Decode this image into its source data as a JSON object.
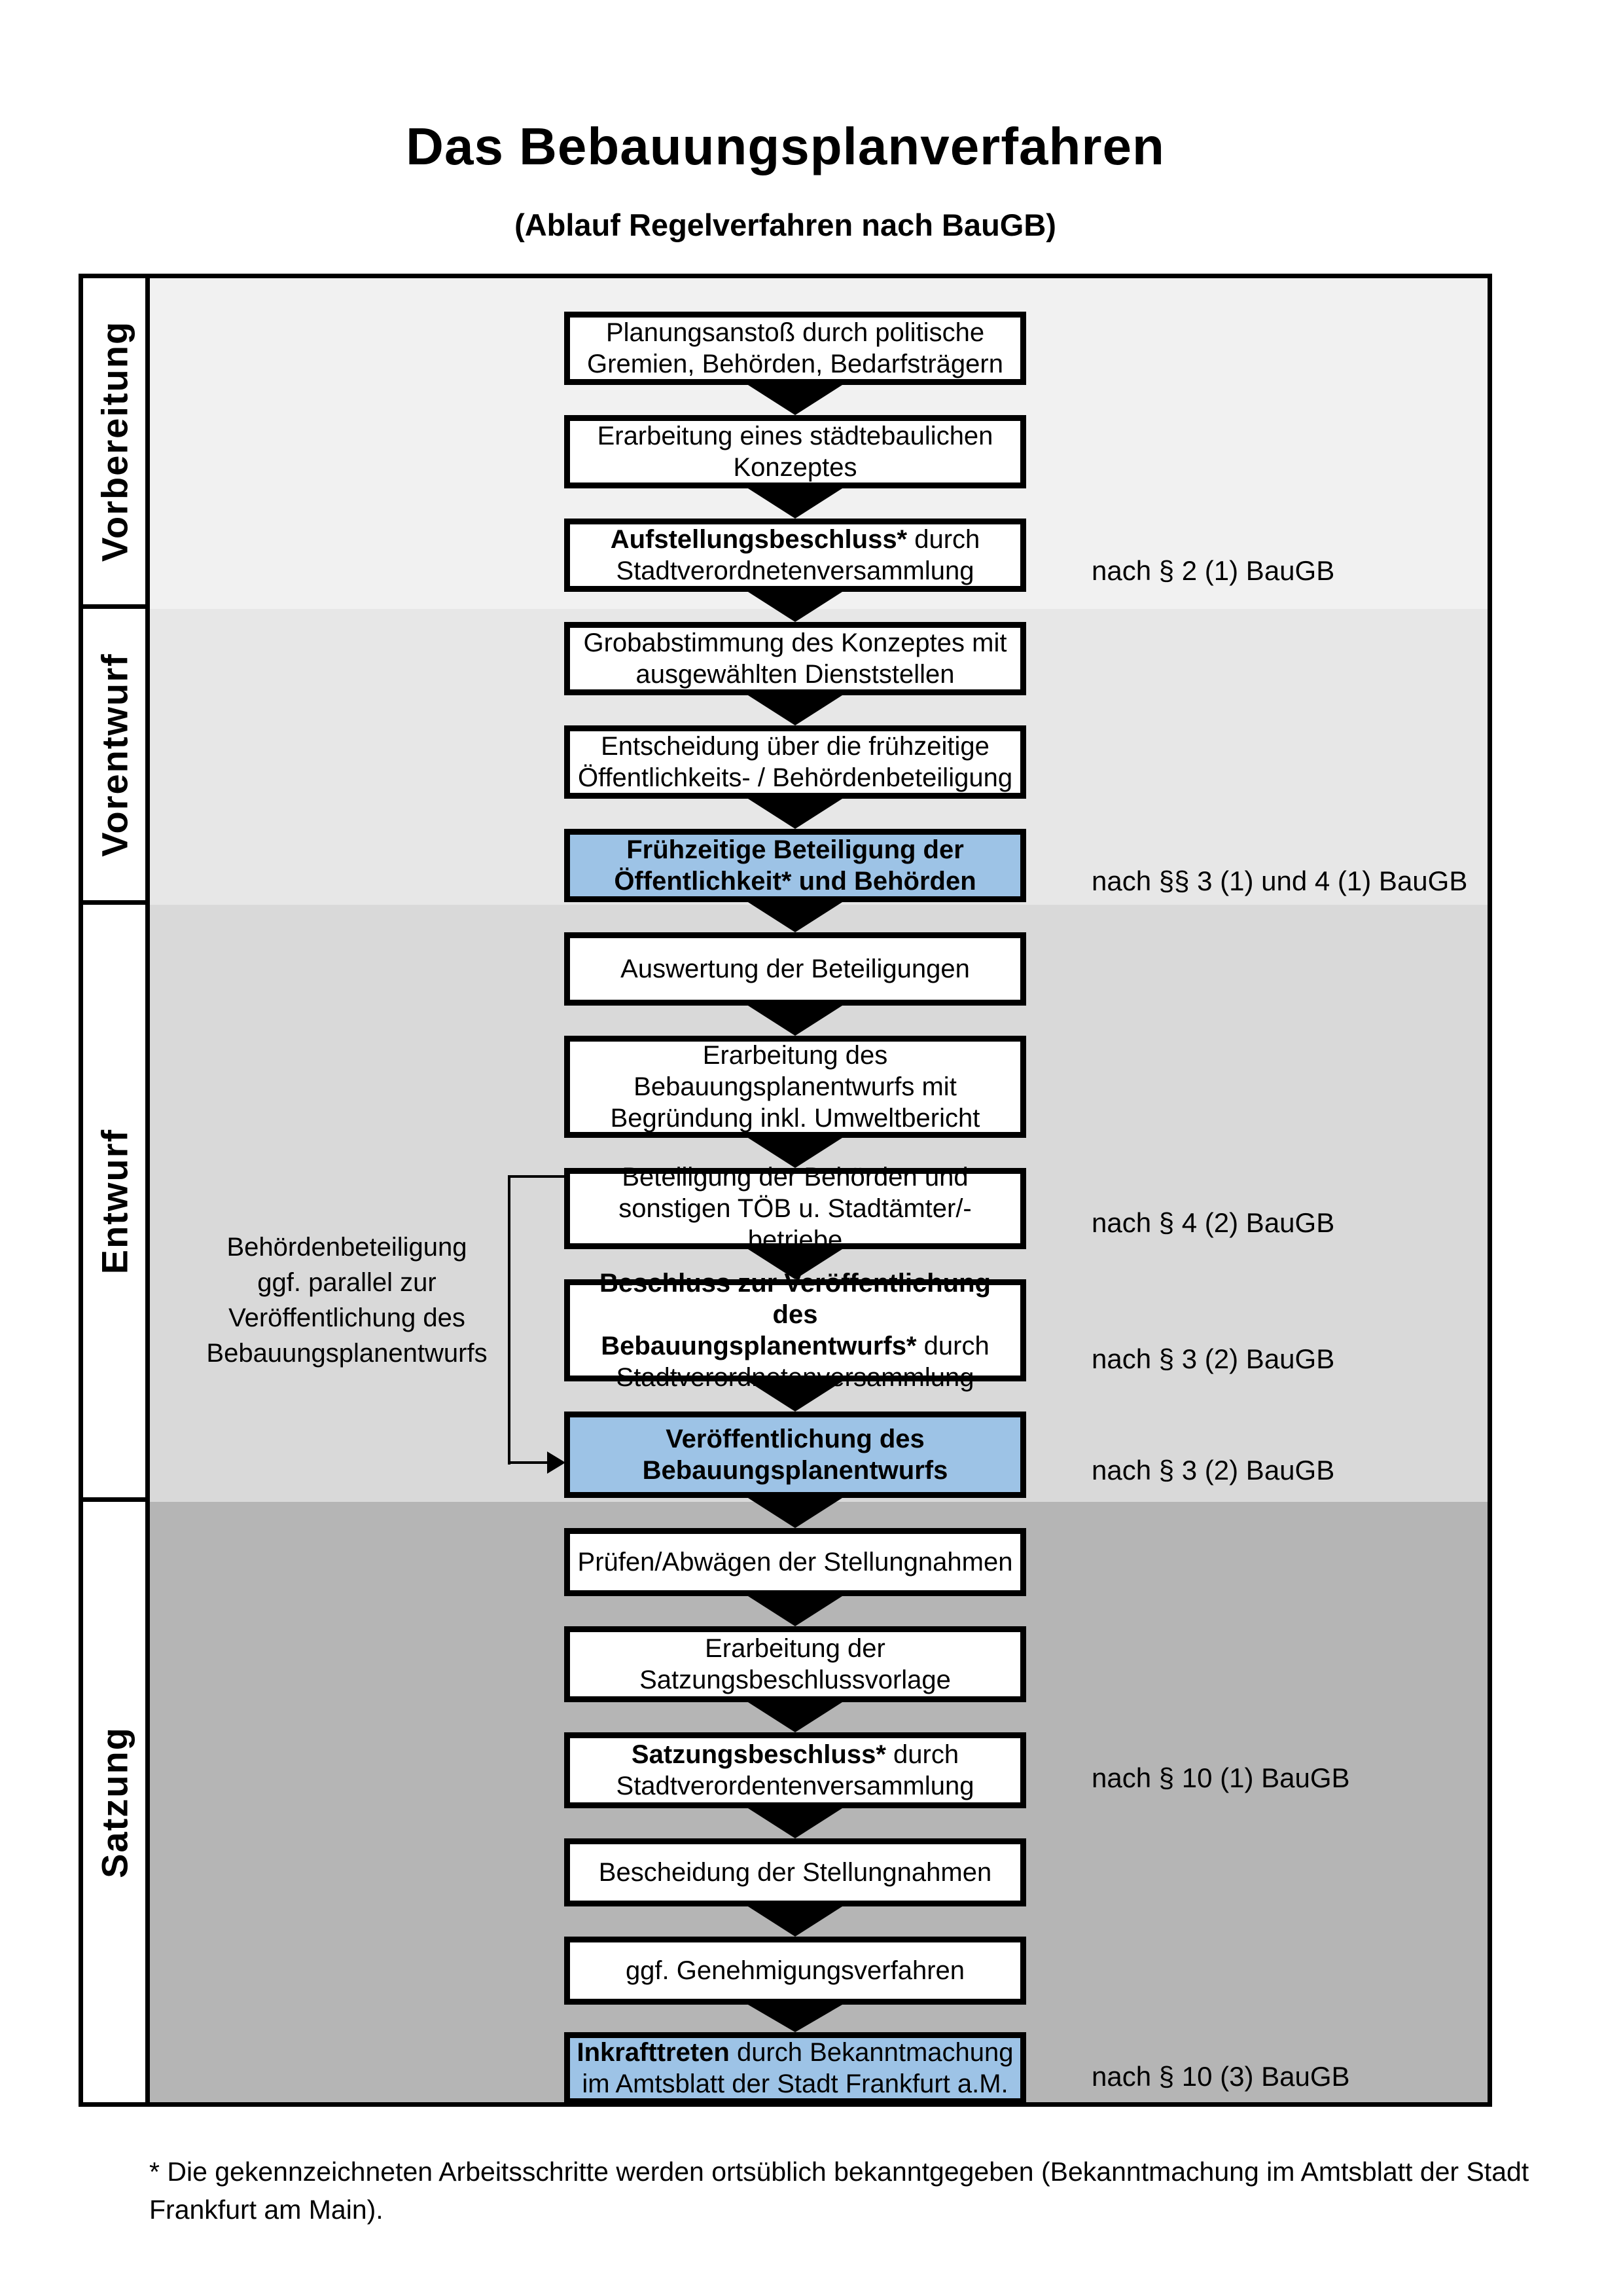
{
  "title": "Das Bebauungsplanverfahren",
  "subtitle": "(Ablauf Regelverfahren nach BauGB)",
  "colors": {
    "highlight_blue": "#9dc3e6",
    "box_white": "#ffffff",
    "section_fills": [
      "#f1f1f1",
      "#e7e7e7",
      "#d9d9d9",
      "#b5b5b5"
    ]
  },
  "sidebar": {
    "sections": [
      {
        "label": "Vorbereitung"
      },
      {
        "label": "Vorentwurf"
      },
      {
        "label": "Entwurf"
      },
      {
        "label": "Satzung"
      }
    ]
  },
  "flow": {
    "boxes": [
      {
        "highlight": false,
        "lines": [
          [
            {
              "text": "Planungsanstoß durch politische",
              "bold": false
            }
          ],
          [
            {
              "text": "Gremien, Behörden, Bedarfsträgern",
              "bold": false
            }
          ]
        ]
      },
      {
        "highlight": false,
        "lines": [
          [
            {
              "text": "Erarbeitung eines städtebaulichen",
              "bold": false
            }
          ],
          [
            {
              "text": "Konzeptes",
              "bold": false
            }
          ]
        ]
      },
      {
        "highlight": false,
        "lines": [
          [
            {
              "text": "Aufstellungsbeschluss*",
              "bold": true
            },
            {
              "text": " durch",
              "bold": false
            }
          ],
          [
            {
              "text": "Stadtverordnetenversammlung",
              "bold": false
            }
          ]
        ]
      },
      {
        "highlight": false,
        "lines": [
          [
            {
              "text": "Grobabstimmung des Konzeptes mit",
              "bold": false
            }
          ],
          [
            {
              "text": "ausgewählten Dienststellen",
              "bold": false
            }
          ]
        ]
      },
      {
        "highlight": false,
        "lines": [
          [
            {
              "text": "Entscheidung über die frühzeitige",
              "bold": false
            }
          ],
          [
            {
              "text": "Öffentlichkeits- / Behördenbeteiligung",
              "bold": false
            }
          ]
        ]
      },
      {
        "highlight": true,
        "lines": [
          [
            {
              "text": "Frühzeitige Beteiligung der",
              "bold": true
            }
          ],
          [
            {
              "text": "Öffentlichkeit* und Behörden",
              "bold": true
            }
          ]
        ]
      },
      {
        "highlight": false,
        "lines": [
          [
            {
              "text": "Auswertung der Beteiligungen",
              "bold": false
            }
          ]
        ]
      },
      {
        "highlight": false,
        "lines": [
          [
            {
              "text": "Erarbeitung des",
              "bold": false
            }
          ],
          [
            {
              "text": "Bebauungsplanentwurfs mit",
              "bold": false
            }
          ],
          [
            {
              "text": "Begründung inkl. Umweltbericht",
              "bold": false
            }
          ]
        ]
      },
      {
        "highlight": false,
        "lines": [
          [
            {
              "text": "Beteiligung der Behörden und",
              "bold": false
            }
          ],
          [
            {
              "text": "sonstigen TÖB u. Stadtämter/-betriebe",
              "bold": false
            }
          ]
        ]
      },
      {
        "highlight": false,
        "lines": [
          [
            {
              "text": "Beschluss zur Veröffentlichung des",
              "bold": true
            }
          ],
          [
            {
              "text": "Bebauungsplanentwurfs*",
              "bold": true
            },
            {
              "text": " durch",
              "bold": false
            }
          ],
          [
            {
              "text": "Stadtverordnetenversammlung",
              "bold": false
            }
          ]
        ]
      },
      {
        "highlight": true,
        "lines": [
          [
            {
              "text": "Veröffentlichung des",
              "bold": true
            }
          ],
          [
            {
              "text": "Bebauungsplanentwurfs",
              "bold": true
            }
          ]
        ]
      },
      {
        "highlight": false,
        "lines": [
          [
            {
              "text": "Prüfen/Abwägen der Stellungnahmen",
              "bold": false
            }
          ]
        ]
      },
      {
        "highlight": false,
        "lines": [
          [
            {
              "text": "Erarbeitung der",
              "bold": false
            }
          ],
          [
            {
              "text": "Satzungsbeschlussvorlage",
              "bold": false
            }
          ]
        ]
      },
      {
        "highlight": false,
        "lines": [
          [
            {
              "text": "Satzungsbeschluss*",
              "bold": true
            },
            {
              "text": " durch",
              "bold": false
            }
          ],
          [
            {
              "text": "Stadtverordentenversammlung",
              "bold": false
            }
          ]
        ]
      },
      {
        "highlight": false,
        "lines": [
          [
            {
              "text": "Bescheidung der Stellungnahmen",
              "bold": false
            }
          ]
        ]
      },
      {
        "highlight": false,
        "lines": [
          [
            {
              "text": "ggf. Genehmigungsverfahren",
              "bold": false
            }
          ]
        ]
      },
      {
        "highlight": true,
        "lines": [
          [
            {
              "text": "Inkrafttreten",
              "bold": true
            },
            {
              "text": " durch Bekanntmachung",
              "bold": false
            }
          ],
          [
            {
              "text": "im Amtsblatt der Stadt Frankfurt a.M.",
              "bold": false
            }
          ]
        ]
      }
    ]
  },
  "annotations": [
    {
      "text": "nach § 2 (1) BauGB"
    },
    {
      "text": "nach §§ 3 (1) und 4 (1) BauGB"
    },
    {
      "text": "nach § 4 (2) BauGB"
    },
    {
      "text": "nach § 3 (2) BauGB"
    },
    {
      "text": "nach § 3 (2) BauGB"
    },
    {
      "text": "nach § 10 (1) BauGB"
    },
    {
      "text": "nach § 10 (3) BauGB"
    }
  ],
  "side_note": {
    "lines": [
      "Behördenbeteiligung",
      "ggf. parallel zur",
      "Veröffentlichung des",
      "Bebauungsplanentwurfs"
    ]
  },
  "footnote": {
    "line1": "* Die gekennzeichneten Arbeitsschritte werden ortsüblich bekanntgegeben (Bekanntmachung im Amtsblatt  der Stadt",
    "line2": "Frankfurt am Main)."
  }
}
